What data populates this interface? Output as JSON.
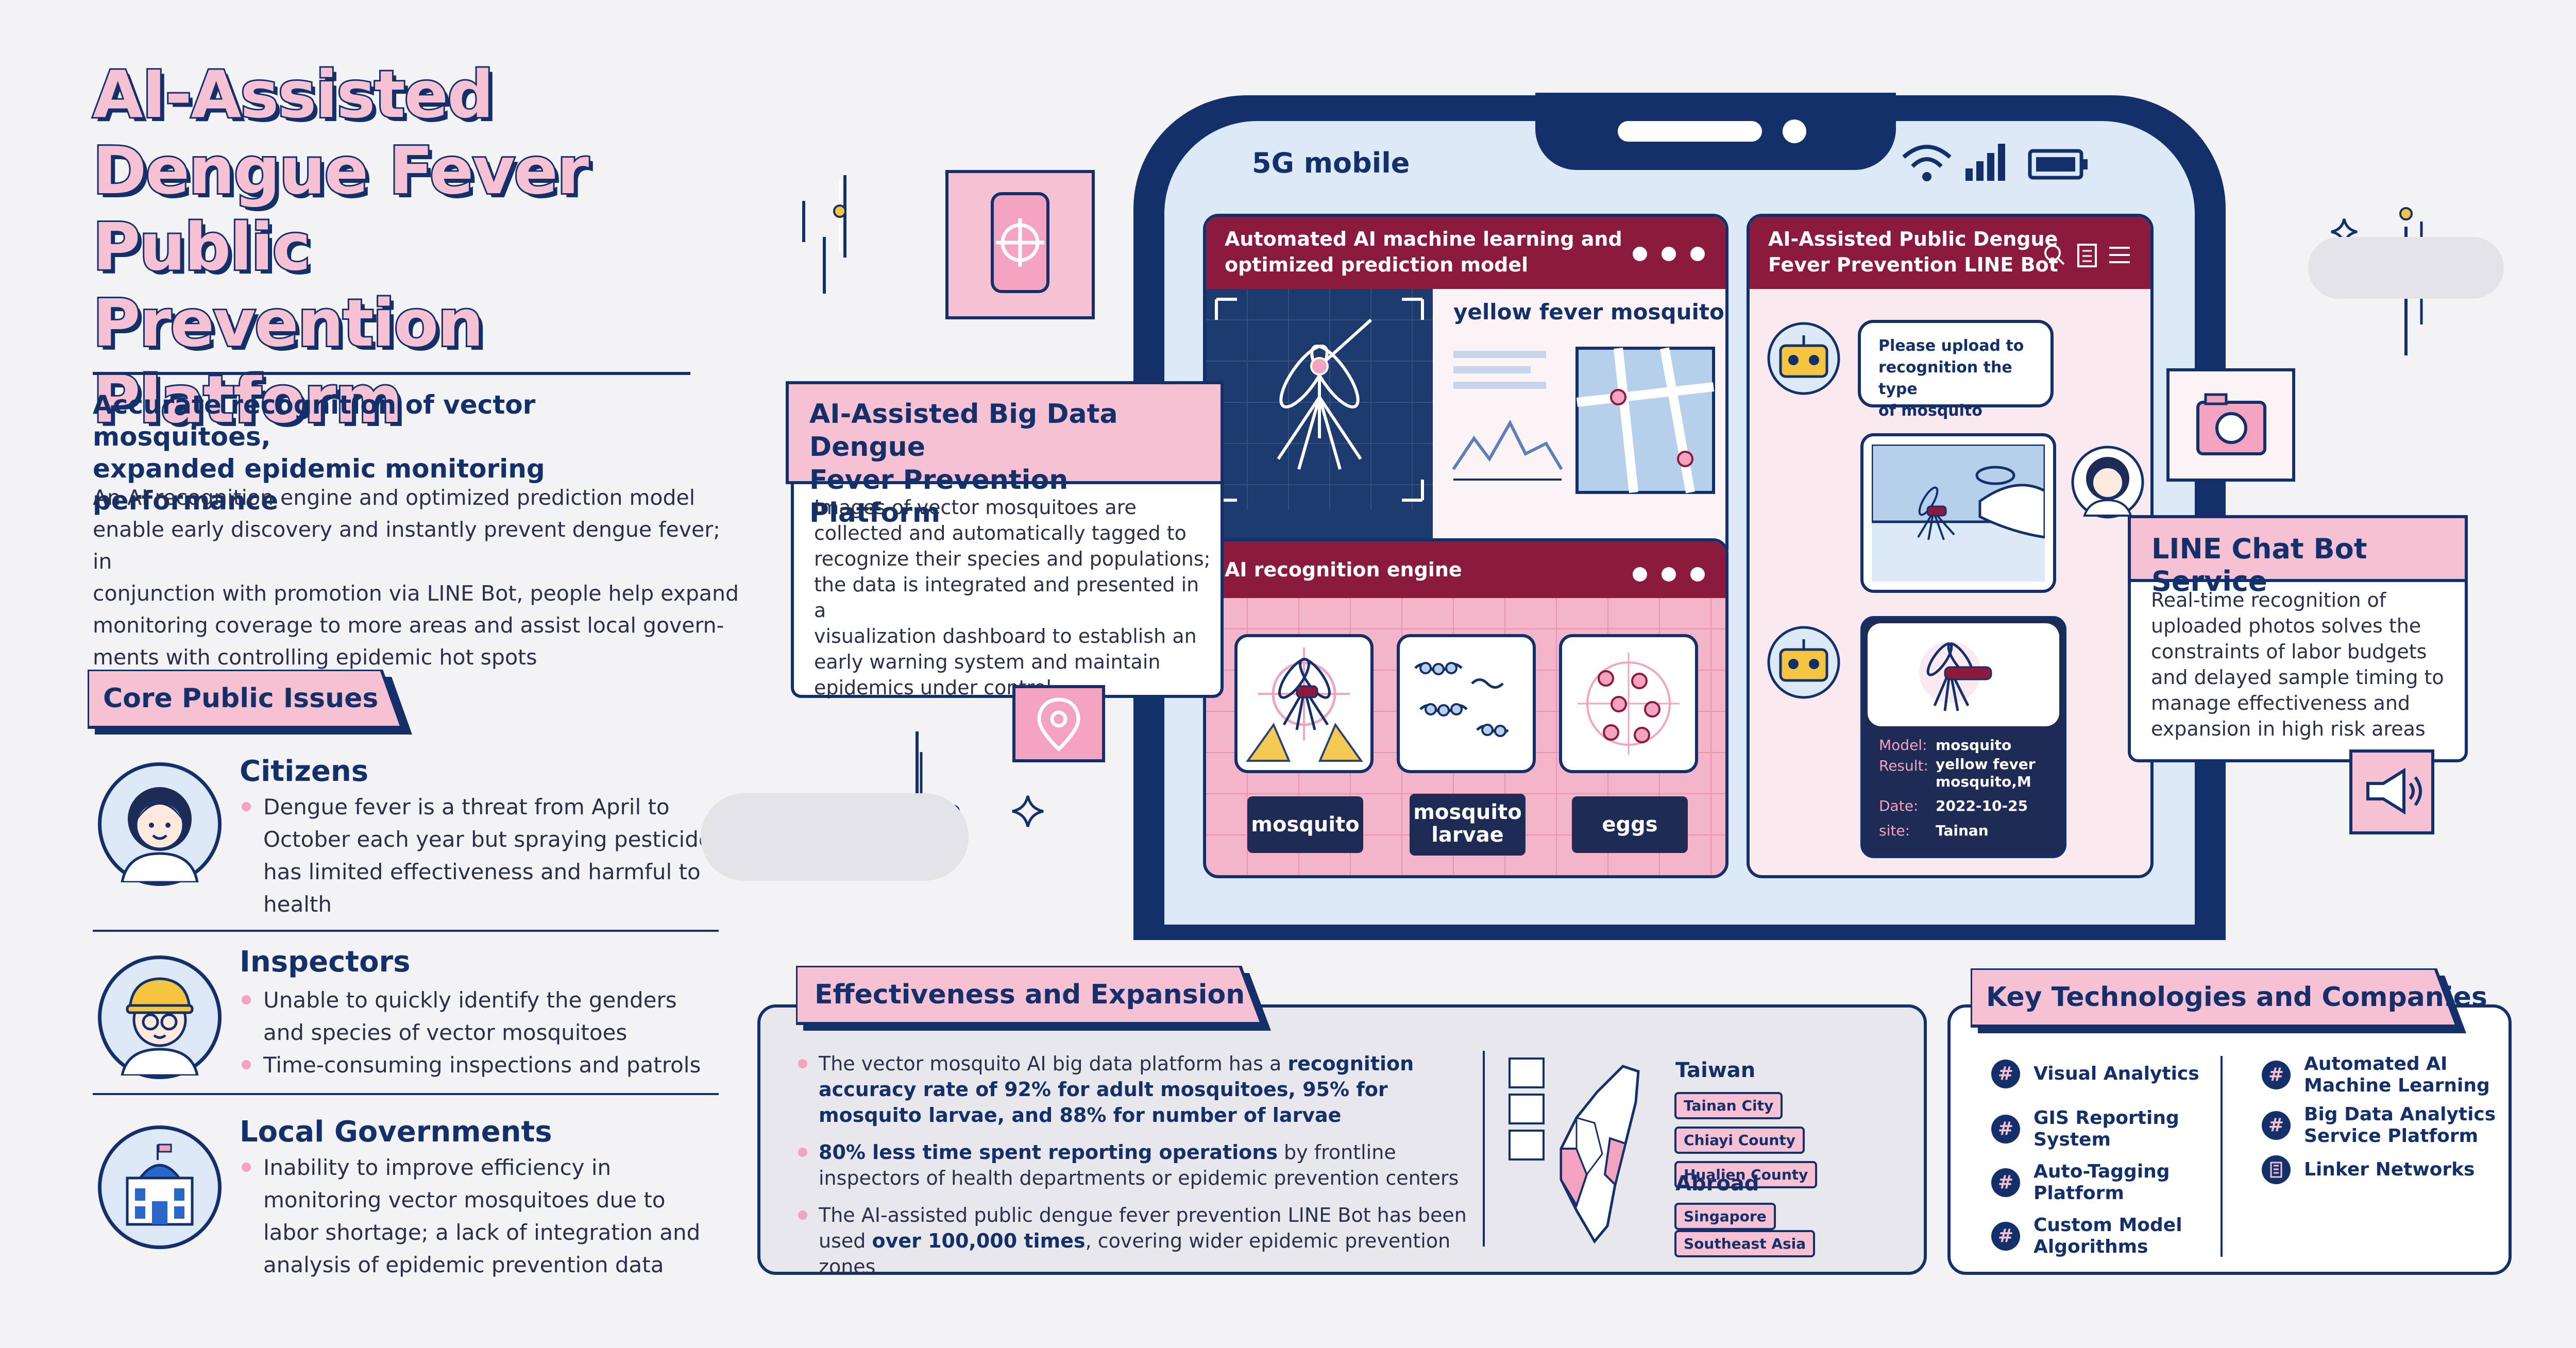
{
  "title": {
    "line1": "AI-Assisted",
    "line2": "Dengue Fever",
    "line3": "Public Prevention",
    "line4": "Platform"
  },
  "subheading": {
    "line1": "Accurate recognition of vector mosquitoes,",
    "line2": "expanded epidemic monitoring performance"
  },
  "intro": [
    "An AI recognition engine and optimized prediction model",
    "enable early discovery and instantly prevent dengue fever; in",
    "conjunction with promotion via LINE Bot, people help expand",
    "monitoring coverage to more areas and assist local govern-",
    "ments with controlling epidemic hot spots"
  ],
  "core_issues": {
    "label": "Core Public Issues",
    "groups": [
      {
        "title": "Citizens",
        "items": [
          "Dengue fever is a threat from April to October each year but spraying pesticides has limited effectiveness and harmful to health"
        ]
      },
      {
        "title": "Inspectors",
        "items": [
          "Unable to quickly identify the genders and species of vector mosquitoes",
          "Time-consuming inspections and patrols"
        ]
      },
      {
        "title": "Local Governments",
        "items": [
          "Inability to improve efficiency in monitoring vector mosquitoes due to labor shortage; a lack of integration and analysis of epidemic prevention data"
        ]
      }
    ]
  },
  "phone": {
    "status": "5G mobile",
    "ml_panel": {
      "title_line1": "Automated AI machine learning and",
      "title_line2": "optimized prediction model",
      "species": "yellow fever mosquito"
    },
    "engine_panel": {
      "title": "AI recognition engine",
      "chips": [
        "mosquito",
        "mosquito larvae",
        "eggs"
      ],
      "chip2_line1": "mosquito",
      "chip2_line2": "larvae"
    },
    "linebot_panel": {
      "title_line1": "AI-Assisted Public Dengue",
      "title_line2": "Fever Prevention LINE Bot",
      "bubble": [
        "Please upload to",
        "recognition the type",
        "of mosquito"
      ],
      "result": {
        "rows": [
          {
            "k": "Model:",
            "v": "mosquito"
          },
          {
            "k": "Result:",
            "v": "yellow fever mosquito,M"
          },
          {
            "k": "Date:",
            "v": "2022-10-25"
          },
          {
            "k": "site:",
            "v": "Tainan"
          }
        ]
      }
    }
  },
  "big_data_callout": {
    "title_line1": "AI-Assisted Big Data Dengue",
    "title_line2": "Fever Prevention Platform",
    "body": [
      "Images of vector mosquitoes are",
      "collected and automatically tagged to",
      "recognize their species and populations;",
      "the data is integrated and presented in a",
      "visualization dashboard to establish an",
      "early warning system and maintain",
      "epidemics under control"
    ]
  },
  "line_callout": {
    "title": "LINE Chat Bot Service",
    "body": [
      "Real-time recognition of",
      "uploaded photos solves the",
      "constraints of labor budgets",
      "and delayed sample timing to",
      "manage effectiveness and",
      "expansion in high risk areas"
    ]
  },
  "effectiveness": {
    "label": "Effectiveness and Expansion",
    "items": [
      {
        "pre": "The vector mosquito AI big data platform has a ",
        "bold": "recognition accuracy rate of 92% for adult mosquitoes, 95% for mosquito larvae, and 88% for number of larvae",
        "post": ""
      },
      {
        "pre": "",
        "bold": "80% less time spent reporting operations",
        "post": " by frontline inspectors of health departments or epidemic prevention centers"
      },
      {
        "pre": "The AI-assisted public dengue fever prevention LINE Bot has been used ",
        "bold": "over 100,000 times",
        "post": ", covering wider epidemic prevention zones"
      }
    ],
    "taiwan_label": "Taiwan",
    "taiwan_places": [
      "Tainan City",
      "Chiayi County",
      "Hualien County"
    ],
    "abroad_label": "Abroad",
    "abroad_places": [
      "Singapore",
      "Southeast Asia"
    ]
  },
  "key_tech": {
    "label": "Key Technologies and Companies",
    "left": [
      "Visual Analytics",
      "GIS Reporting System",
      "Auto-Tagging Platform",
      "Custom Model Algorithms"
    ],
    "right": [
      "Automated AI Machine Learning",
      "Big Data Analytics Service Platform"
    ],
    "company": "Linker Networks",
    "left_lines": [
      [
        "Visual Analytics"
      ],
      [
        "GIS Reporting",
        "System"
      ],
      [
        "Auto-Tagging",
        "Platform"
      ],
      [
        "Custom Model",
        "Algorithms"
      ]
    ],
    "right_lines": [
      [
        "Automated AI",
        "Machine Learning"
      ],
      [
        "Big Data Analytics",
        "Service Platform"
      ]
    ]
  },
  "colors": {
    "navy": "#13306a",
    "pink": "#f6c1d3",
    "maroon": "#8b1a3c",
    "background": "#f3f2f4"
  },
  "icons": [
    "target-icon",
    "camera-icon",
    "location-pin-icon",
    "megaphone-icon",
    "wifi-icon",
    "signal-icon",
    "battery-icon",
    "search-icon",
    "menu-icon",
    "robot-icon",
    "user-avatar-icon"
  ]
}
